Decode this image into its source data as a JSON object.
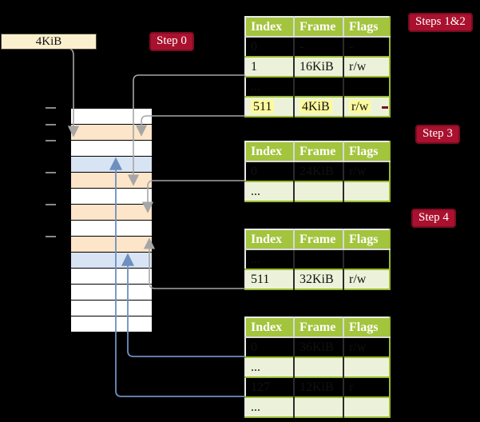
{
  "annotations": {
    "frame_size": "4KiB",
    "step0": "Step 0",
    "steps12": "Steps 1&2",
    "step3": "Step 3",
    "step4": "Step 4"
  },
  "table_headers": [
    "Index",
    "Frame",
    "Flags"
  ],
  "page_tables": [
    {
      "step": "Steps 1&2",
      "rows": [
        {
          "cells": [
            "0",
            "-",
            "-"
          ],
          "highlighted": false
        },
        {
          "cells": [
            "1",
            "16KiB",
            "r/w"
          ],
          "highlighted": false
        },
        {
          "cells": [
            "...",
            "",
            ""
          ],
          "highlighted": false
        },
        {
          "cells": [
            "511",
            "4KiB",
            "r/w"
          ],
          "highlighted": true
        }
      ]
    },
    {
      "step": "Step 3",
      "rows": [
        {
          "cells": [
            "0",
            "24KiB",
            "r/w"
          ],
          "highlighted": false
        },
        {
          "cells": [
            "...",
            "",
            ""
          ],
          "highlighted": false
        }
      ]
    },
    {
      "step": "Step 4",
      "rows": [
        {
          "cells": [
            "...",
            "",
            ""
          ],
          "highlighted": false
        },
        {
          "cells": [
            "511",
            "32KiB",
            "r/w"
          ],
          "highlighted": false
        }
      ]
    },
    {
      "step": "",
      "rows": [
        {
          "cells": [
            "0",
            "36KiB",
            "r/w"
          ],
          "highlighted": false
        },
        {
          "cells": [
            "...",
            "",
            ""
          ],
          "highlighted": false
        },
        {
          "cells": [
            "127",
            "12KiB",
            "r"
          ],
          "highlighted": false
        },
        {
          "cells": [
            "...",
            "",
            ""
          ],
          "highlighted": false
        }
      ]
    }
  ],
  "memory_column": {
    "frame_count": 14,
    "frame_types": [
      "free",
      "pagetable",
      "free",
      "data",
      "pagetable",
      "free",
      "pagetable",
      "free",
      "pagetable",
      "data",
      "free",
      "free",
      "free",
      "free"
    ]
  },
  "mappings": [
    {
      "entry": "1 -> 16KiB",
      "style": "gray"
    },
    {
      "entry": "511 -> 4KiB",
      "style": "gray"
    },
    {
      "entry": "0 -> 24KiB",
      "style": "gray"
    },
    {
      "entry": "511 -> 32KiB",
      "style": "gray"
    },
    {
      "entry": "0 -> 36KiB",
      "style": "blue"
    },
    {
      "entry": "127 -> 12KiB",
      "style": "blue"
    }
  ],
  "colors": {
    "background": "#000000",
    "table_header": "#a3c43d",
    "table_row_alt": "#ecf2da",
    "frame_pagetable": "#fce5c9",
    "frame_data": "#d8e4f3",
    "badge": "#a9112e",
    "highlight": "#fcfa9d",
    "arrow_gray": "#a6a6a6",
    "arrow_blue": "#6e8fbf",
    "frame_size_box": "#fbf0ce"
  }
}
